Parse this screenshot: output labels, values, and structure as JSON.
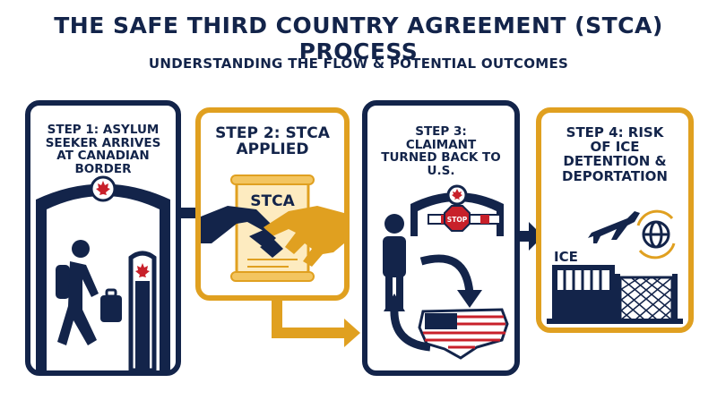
{
  "header": {
    "title": "THE SAFE THIRD COUNTRY AGREEMENT (STCA) PROCESS",
    "subtitle": "UNDERSTANDING THE FLOW & POTENTIAL OUTCOMES"
  },
  "steps": [
    {
      "title": "STEP 1: ASYLUM SEEKER ARRIVES AT CANADIAN BORDER"
    },
    {
      "title": "STEP 2: STCA APPLIED",
      "document_label": "STCA"
    },
    {
      "title": "STEP 3: CLAIMANT TURNED BACK TO U.S.",
      "stop_sign_label": "STOP"
    },
    {
      "title": "STEP 4: RISK OF ICE DETENTION & DEPORTATION",
      "building_label": "ICE"
    }
  ],
  "colors": {
    "navy": "#13244a",
    "gold": "#e0a020",
    "red": "#c8202a"
  }
}
